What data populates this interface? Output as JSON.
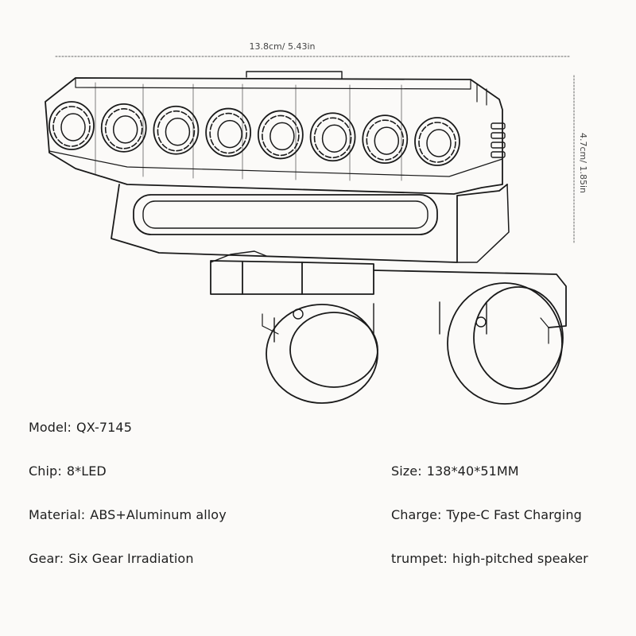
{
  "dimensions": {
    "width_label": "13.8cm/ 5.43in",
    "height_label": "4.7cm/ 1.85in"
  },
  "product": {
    "led_count": 8
  },
  "specs": {
    "model": {
      "label": "Model:",
      "value": "QX-7145"
    },
    "chip": {
      "label": "Chip:",
      "value": "8*LED"
    },
    "material": {
      "label": "Material:",
      "value": "ABS+Aluminum alloy"
    },
    "gear": {
      "label": "Gear:",
      "value": "Six Gear Irradiation"
    },
    "size": {
      "label": "Size:",
      "value": "138*40*51MM"
    },
    "charge": {
      "label": "Charge:",
      "value": "Type-C Fast Charging"
    },
    "trumpet": {
      "label": "trumpet:",
      "value": "high-pitched speaker"
    }
  }
}
